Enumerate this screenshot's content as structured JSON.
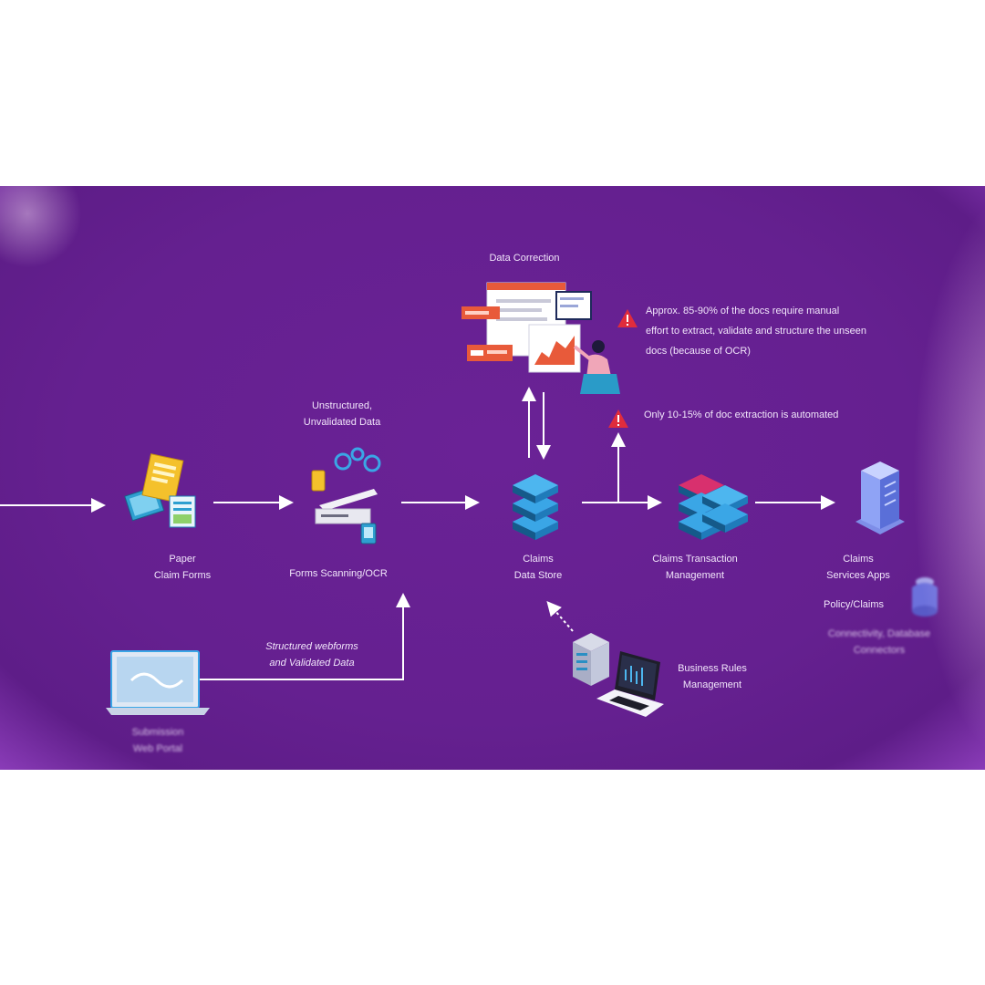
{
  "labels": {
    "data_correction": "Data Correction",
    "unstructured_1": "Unstructured,",
    "unstructured_2": "Unvalidated Data",
    "paper_1": "Paper",
    "paper_2": "Claim Forms",
    "scanning": "Forms Scanning/OCR",
    "claims_store_1": "Claims",
    "claims_store_2": "Data Store",
    "transaction_1": "Claims Transaction",
    "transaction_2": "Management",
    "services_1": "Claims",
    "services_2": "Services Apps",
    "policy": "Policy/Claims",
    "connectors_1": "Connectivity, Database",
    "connectors_2": "Connectors",
    "structured_1": "Structured webforms",
    "structured_2": "and Validated Data",
    "rules_1": "Business Rules",
    "rules_2": "Management",
    "submit_1": "Submission",
    "submit_2": "Web Portal"
  },
  "notes": {
    "note1_line1": "Approx. 85-90% of the docs require manual",
    "note1_line2": "effort to extract, validate and structure the unseen",
    "note1_line3": "docs (because of OCR)",
    "note2": "Only 10-15% of doc extraction is automated"
  },
  "colors": {
    "background": "#652090",
    "arrow": "#ffffff",
    "warning": "#e02c3c",
    "server_blue": "#2a8fc4",
    "server_pink": "#d8306e"
  }
}
